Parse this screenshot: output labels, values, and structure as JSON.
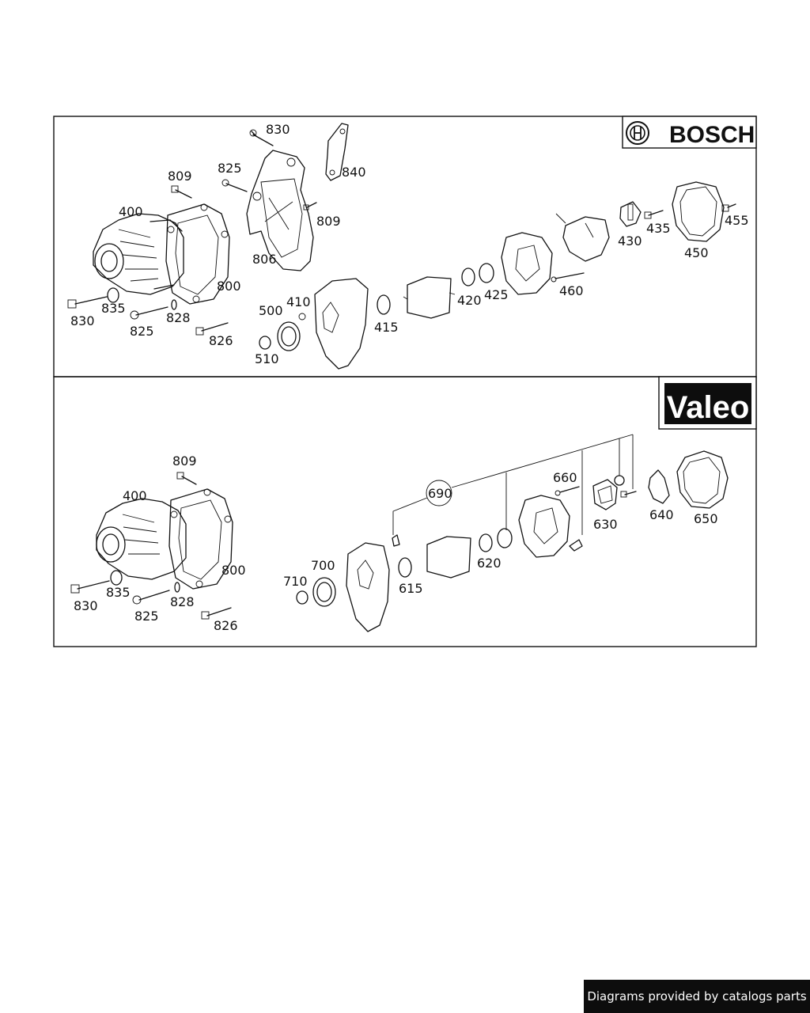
{
  "brands": {
    "top": "BOSCH",
    "bottom": "Valeo"
  },
  "footer": {
    "credit": "Diagrams provided by catalogs parts"
  },
  "bosch_labels": {
    "l830a": "830",
    "l825a": "825",
    "l840": "840",
    "l809a": "809",
    "l809b": "809",
    "l400": "400",
    "l806": "806",
    "l800": "800",
    "l835": "835",
    "l830b": "830",
    "l828": "828",
    "l825b": "825",
    "l826": "826",
    "l500": "500",
    "l410": "410",
    "l510": "510",
    "l415": "415",
    "l420": "420",
    "l425": "425",
    "l460": "460",
    "l430": "430",
    "l435": "435",
    "l455": "455",
    "l450": "450"
  },
  "valeo_labels": {
    "l809": "809",
    "l400": "400",
    "l800": "800",
    "l830": "830",
    "l835": "835",
    "l825": "825",
    "l828": "828",
    "l826": "826",
    "l710": "710",
    "l700": "700",
    "l690": "690",
    "l615": "615",
    "l620": "620",
    "l660": "660",
    "l630": "630",
    "l640": "640",
    "l650": "650"
  }
}
